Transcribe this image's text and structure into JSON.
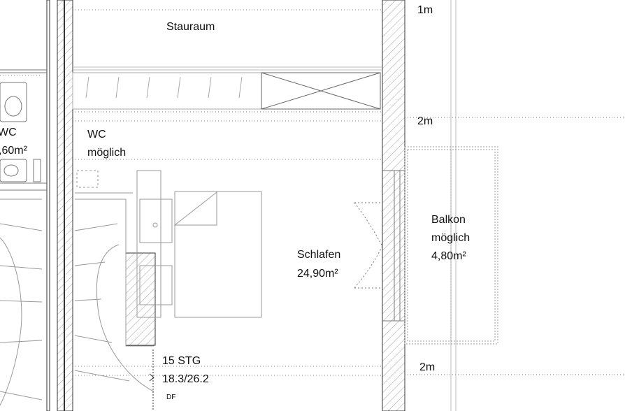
{
  "rooms": {
    "storage": {
      "name": "Stauraum"
    },
    "wc_left": {
      "name": "WC",
      "area": ",60m²"
    },
    "wc_optional": {
      "name": "WC",
      "note": "möglich"
    },
    "bedroom": {
      "name": "Schlafen",
      "area": "24,90m²"
    },
    "balcony": {
      "name": "Balkon",
      "note": "möglich",
      "area": "4,80m²"
    }
  },
  "heights": {
    "h1": "1m",
    "h2": "2m",
    "h3": "2m"
  },
  "stairs": {
    "steps": "15 STG",
    "ratio": "18.3/26.2",
    "code": "DF"
  }
}
